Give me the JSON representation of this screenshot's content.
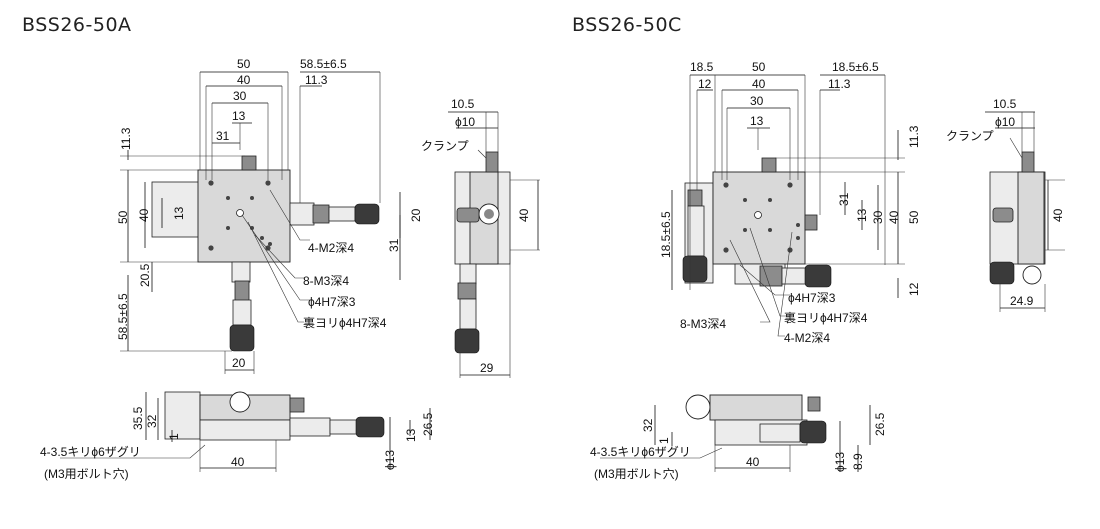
{
  "titles": {
    "left": "BSS26-50A",
    "right": "BSS26-50C"
  },
  "left": {
    "top_view_dims": [
      "50",
      "40",
      "30",
      "13",
      "31",
      "58.5±6.5",
      "11.3",
      "11.3",
      "50",
      "40",
      "13",
      "20",
      "20.5",
      "58.5±6.5",
      "31",
      "20"
    ],
    "callouts": [
      "4-M2深4",
      "8-M3深4",
      "ϕ4H7深3",
      "裏ヨリϕ4H7深4"
    ],
    "side_view_dims": [
      "10.5",
      "ϕ10",
      "40",
      "29"
    ],
    "side_view_label": "クランプ",
    "front_view_dims": [
      "35.5",
      "32",
      "1",
      "40",
      "26.5",
      "13",
      "ϕ13"
    ],
    "front_notes": [
      "4-3.5キリϕ6ザグリ",
      "(M3用ボルト穴)"
    ]
  },
  "right": {
    "top_view_dims": [
      "18.5",
      "12",
      "50",
      "40",
      "30",
      "13",
      "18.5±6.5",
      "11.3",
      "11.3",
      "31",
      "13",
      "30",
      "40",
      "50",
      "18.5±6.5",
      "12"
    ],
    "callouts": [
      "ϕ4H7深3",
      "8-M3深4",
      "裏ヨリϕ4H7深4",
      "4-M2深4"
    ],
    "side_view_dims": [
      "10.5",
      "ϕ10",
      "40",
      "24.9"
    ],
    "side_view_label": "クランプ",
    "front_view_dims": [
      "32",
      "1",
      "40",
      "26.5",
      "ϕ13",
      "8.9"
    ],
    "front_notes": [
      "4-3.5キリϕ6ザグリ",
      "(M3用ボルト穴)"
    ]
  }
}
